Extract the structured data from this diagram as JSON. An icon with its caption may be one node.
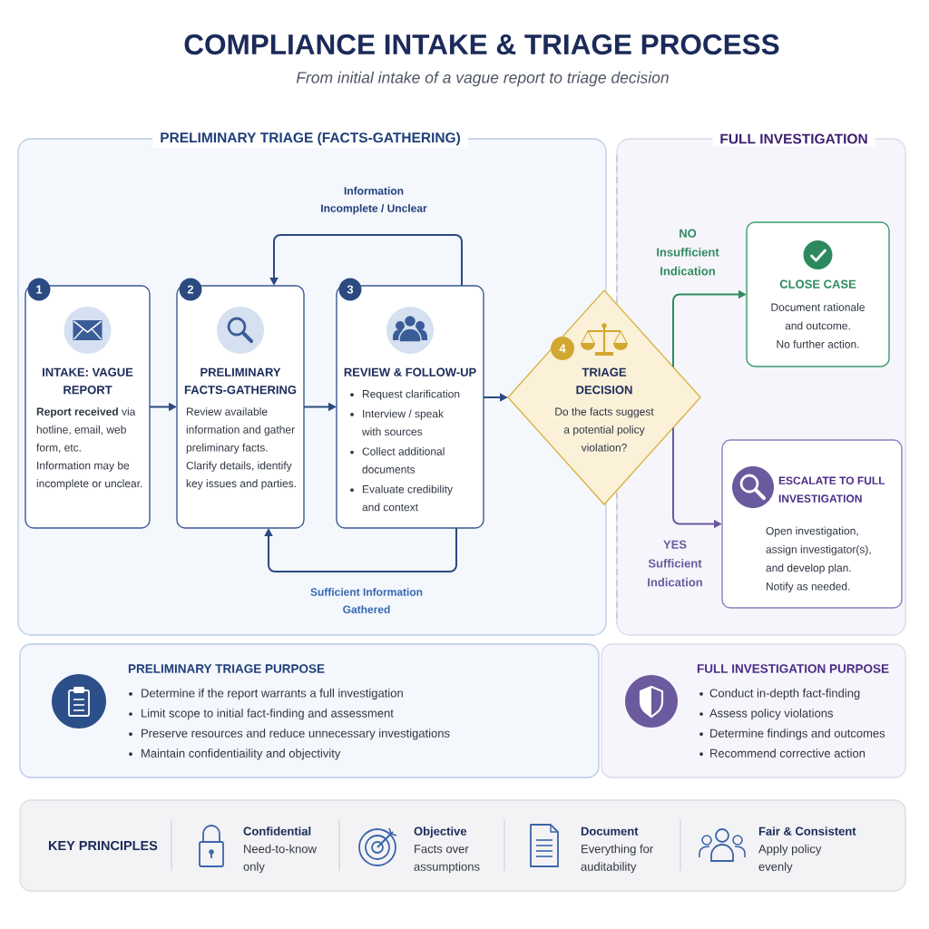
{
  "diagram": {
    "title": "COMPLIANCE INTAKE & TRIAGE PROCESS",
    "caption": "From initial intake of a vague report to triage decision",
    "nodes": [
      {
        "text": [
          "PRELIMINARY TRIAGE (FACTS-GATHERING)"
        ]
      },
      {
        "text": [
          "FULL INVESTIGATION"
        ]
      },
      {
        "text": [
          "1",
          "INTAKE: VAGUE REPORT",
          "**Report received** via hotline, email, web form, etc.",
          "Information may be incomplete or unclear."
        ],
        "in": 0
      },
      {
        "text": [
          "2",
          "PRELIMINARY FACTS-GATHERING",
          "Review available information and gather preliminary facts. Clarify details, identify key issues and parties."
        ],
        "in": 0
      },
      {
        "text": [
          "3",
          "REVIEW & FOLLOW-UP",
          "Request clarification",
          "Interview / speak with sources",
          "Collect additional documents",
          "Evaluate credibility and context"
        ],
        "in": 0
      },
      {
        "text": [
          "4",
          "TRIAGE DECISION",
          "Do the facts suggest a potential policy violation?"
        ]
      },
      {
        "text": [
          "CLOSE CASE",
          "Document rationale and outcome.",
          "No further action."
        ],
        "in": 1
      },
      {
        "text": [
          "ESCALATE TO FULL INVESTIGATION",
          "Open investigation, assign investigator(s), and develop plan. Notify as needed."
        ],
        "in": 1
      },
      {
        "text": [
          "PRELIMINARY TRIAGE PURPOSE",
          "Determine if the report warrants a full investigation",
          "Limit scope to initial fact-finding and assessment",
          "Preserve resources and reduce unnecessary investigations",
          "Maintain confidentiaility and objectivity"
        ]
      },
      {
        "text": [
          "FULL INVESTIGATION PURPOSE",
          "Conduct in-depth fact-finding",
          "Assess policy violations",
          "Determine findings and outcomes",
          "Recommend corrective action"
        ]
      },
      {
        "text": [
          "KEY PRINCIPLES",
          "Confidential",
          "Need-to-know only",
          "Objective",
          "Facts over assumptions",
          "Document",
          "Everything for auditability",
          "Fair & Consistent",
          "Apply policy evenly"
        ]
      }
    ],
    "edges": [
      {
        "from": 2,
        "to": 3,
        "arrow": "to"
      },
      {
        "from": 3,
        "to": 4,
        "arrow": "to"
      },
      {
        "from": 4,
        "to": 5,
        "arrow": "to"
      },
      {
        "from": 4,
        "to": 3,
        "arrow": "to",
        "label": "Information Incomplete / Unclear"
      },
      {
        "from": 4,
        "to": 3,
        "arrow": "to",
        "label": "Sufficient Information Gathered"
      },
      {
        "from": 5,
        "to": 6,
        "arrow": "to",
        "label": "NO Insufficient Indication",
        "color": "#2e8b5f"
      },
      {
        "from": 5,
        "to": 7,
        "arrow": "to",
        "label": "YES Sufficient Indication",
        "color": "#6a5a9e"
      }
    ]
  }
}
